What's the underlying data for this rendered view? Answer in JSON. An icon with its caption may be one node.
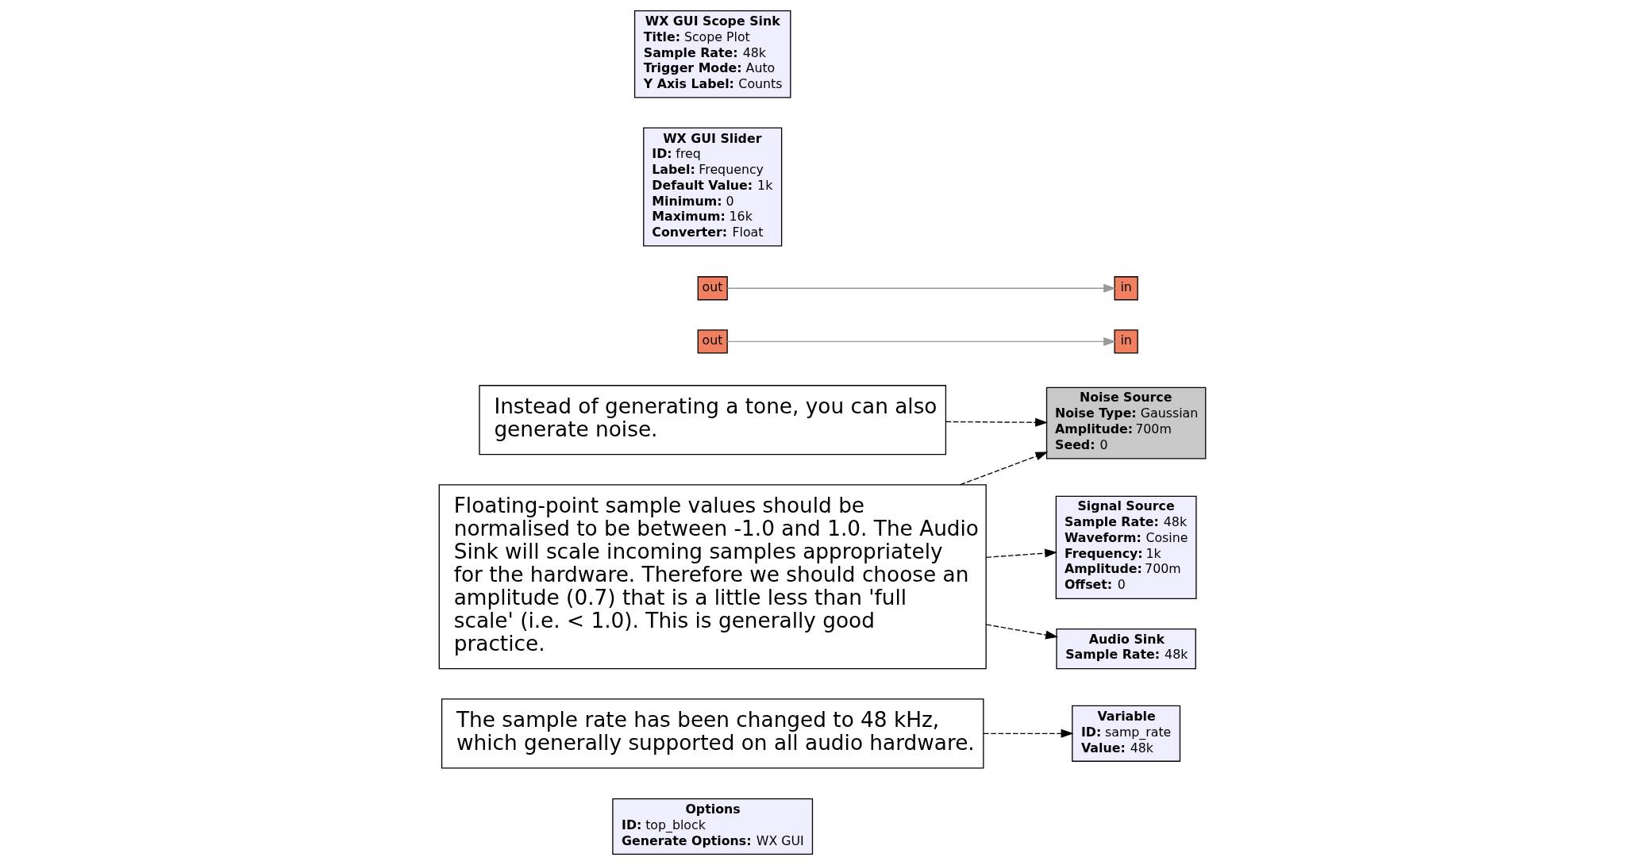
{
  "diagram": {
    "nodes": [
      {
        "text": [
          "Options",
          "**ID:** top_block",
          "**Generate Options:** WX GUI"
        ]
      },
      {
        "text": [
          "Variable",
          "**ID:** samp_rate",
          "**Value:** 48k"
        ]
      },
      {
        "text": [
          "Noise Source",
          "**Noise Type:** Gaussian",
          "**Amplitude:** 700m",
          "**Seed:** 0"
        ]
      },
      {
        "text": [
          "out"
        ]
      },
      {
        "text": [
          "Signal Source",
          "**Sample Rate:** 48k",
          "**Waveform:** Cosine",
          "**Frequency:** 1k",
          "**Amplitude:** 700m",
          "**Offset:** 0"
        ]
      },
      {
        "text": [
          "out"
        ]
      },
      {
        "text": [
          "WX GUI Slider",
          "**ID:** freq",
          "**Label:** Frequency",
          "**Default Value:** 1k",
          "**Minimum:** 0",
          "**Maximum:** 16k",
          "**Converter:** Float"
        ]
      },
      {
        "text": [
          "WX GUI Scope Sink",
          "**Title:** Scope Plot",
          "**Sample Rate:** 48k",
          "**Trigger Mode:** Auto",
          "**Y Axis Label:** Counts"
        ]
      },
      {
        "text": [
          "in"
        ]
      },
      {
        "text": [
          "Audio Sink",
          "**Sample Rate:** 48k"
        ]
      },
      {
        "text": [
          "in"
        ]
      },
      {
        "text": [
          "Instead of generating a tone, you can also generate noise."
        ]
      },
      {
        "text": [
          "The sample rate has been changed to 48 kHz, which generally supported on all audio hardware."
        ]
      },
      {
        "text": [
          "Floating-point sample values should be normalised to be between -1.0 and 1.0. The Audio Sink will scale incoming samples appropriately for the hardware. Therefore we should choose an amplitude (0.7) that is a little less than 'full scale' (i.e. < 1.0). This is generally good practice."
        ]
      }
    ],
    "edges": [
      {
        "from": 5,
        "to": 8,
        "arrow": "to",
        "color": "#999999"
      },
      {
        "from": 3,
        "to": 10,
        "arrow": "to",
        "color": "#999999"
      },
      {
        "from": 11,
        "to": 2,
        "arrow": "to",
        "style": "dashed"
      },
      {
        "from": 12,
        "to": 1,
        "arrow": "to",
        "style": "dashed"
      },
      {
        "from": 13,
        "to": 2,
        "arrow": "to",
        "style": "dashed"
      },
      {
        "from": 13,
        "to": 4,
        "arrow": "to",
        "style": "dashed"
      },
      {
        "from": 13,
        "to": 9,
        "arrow": "to",
        "style": "dashed"
      }
    ]
  }
}
